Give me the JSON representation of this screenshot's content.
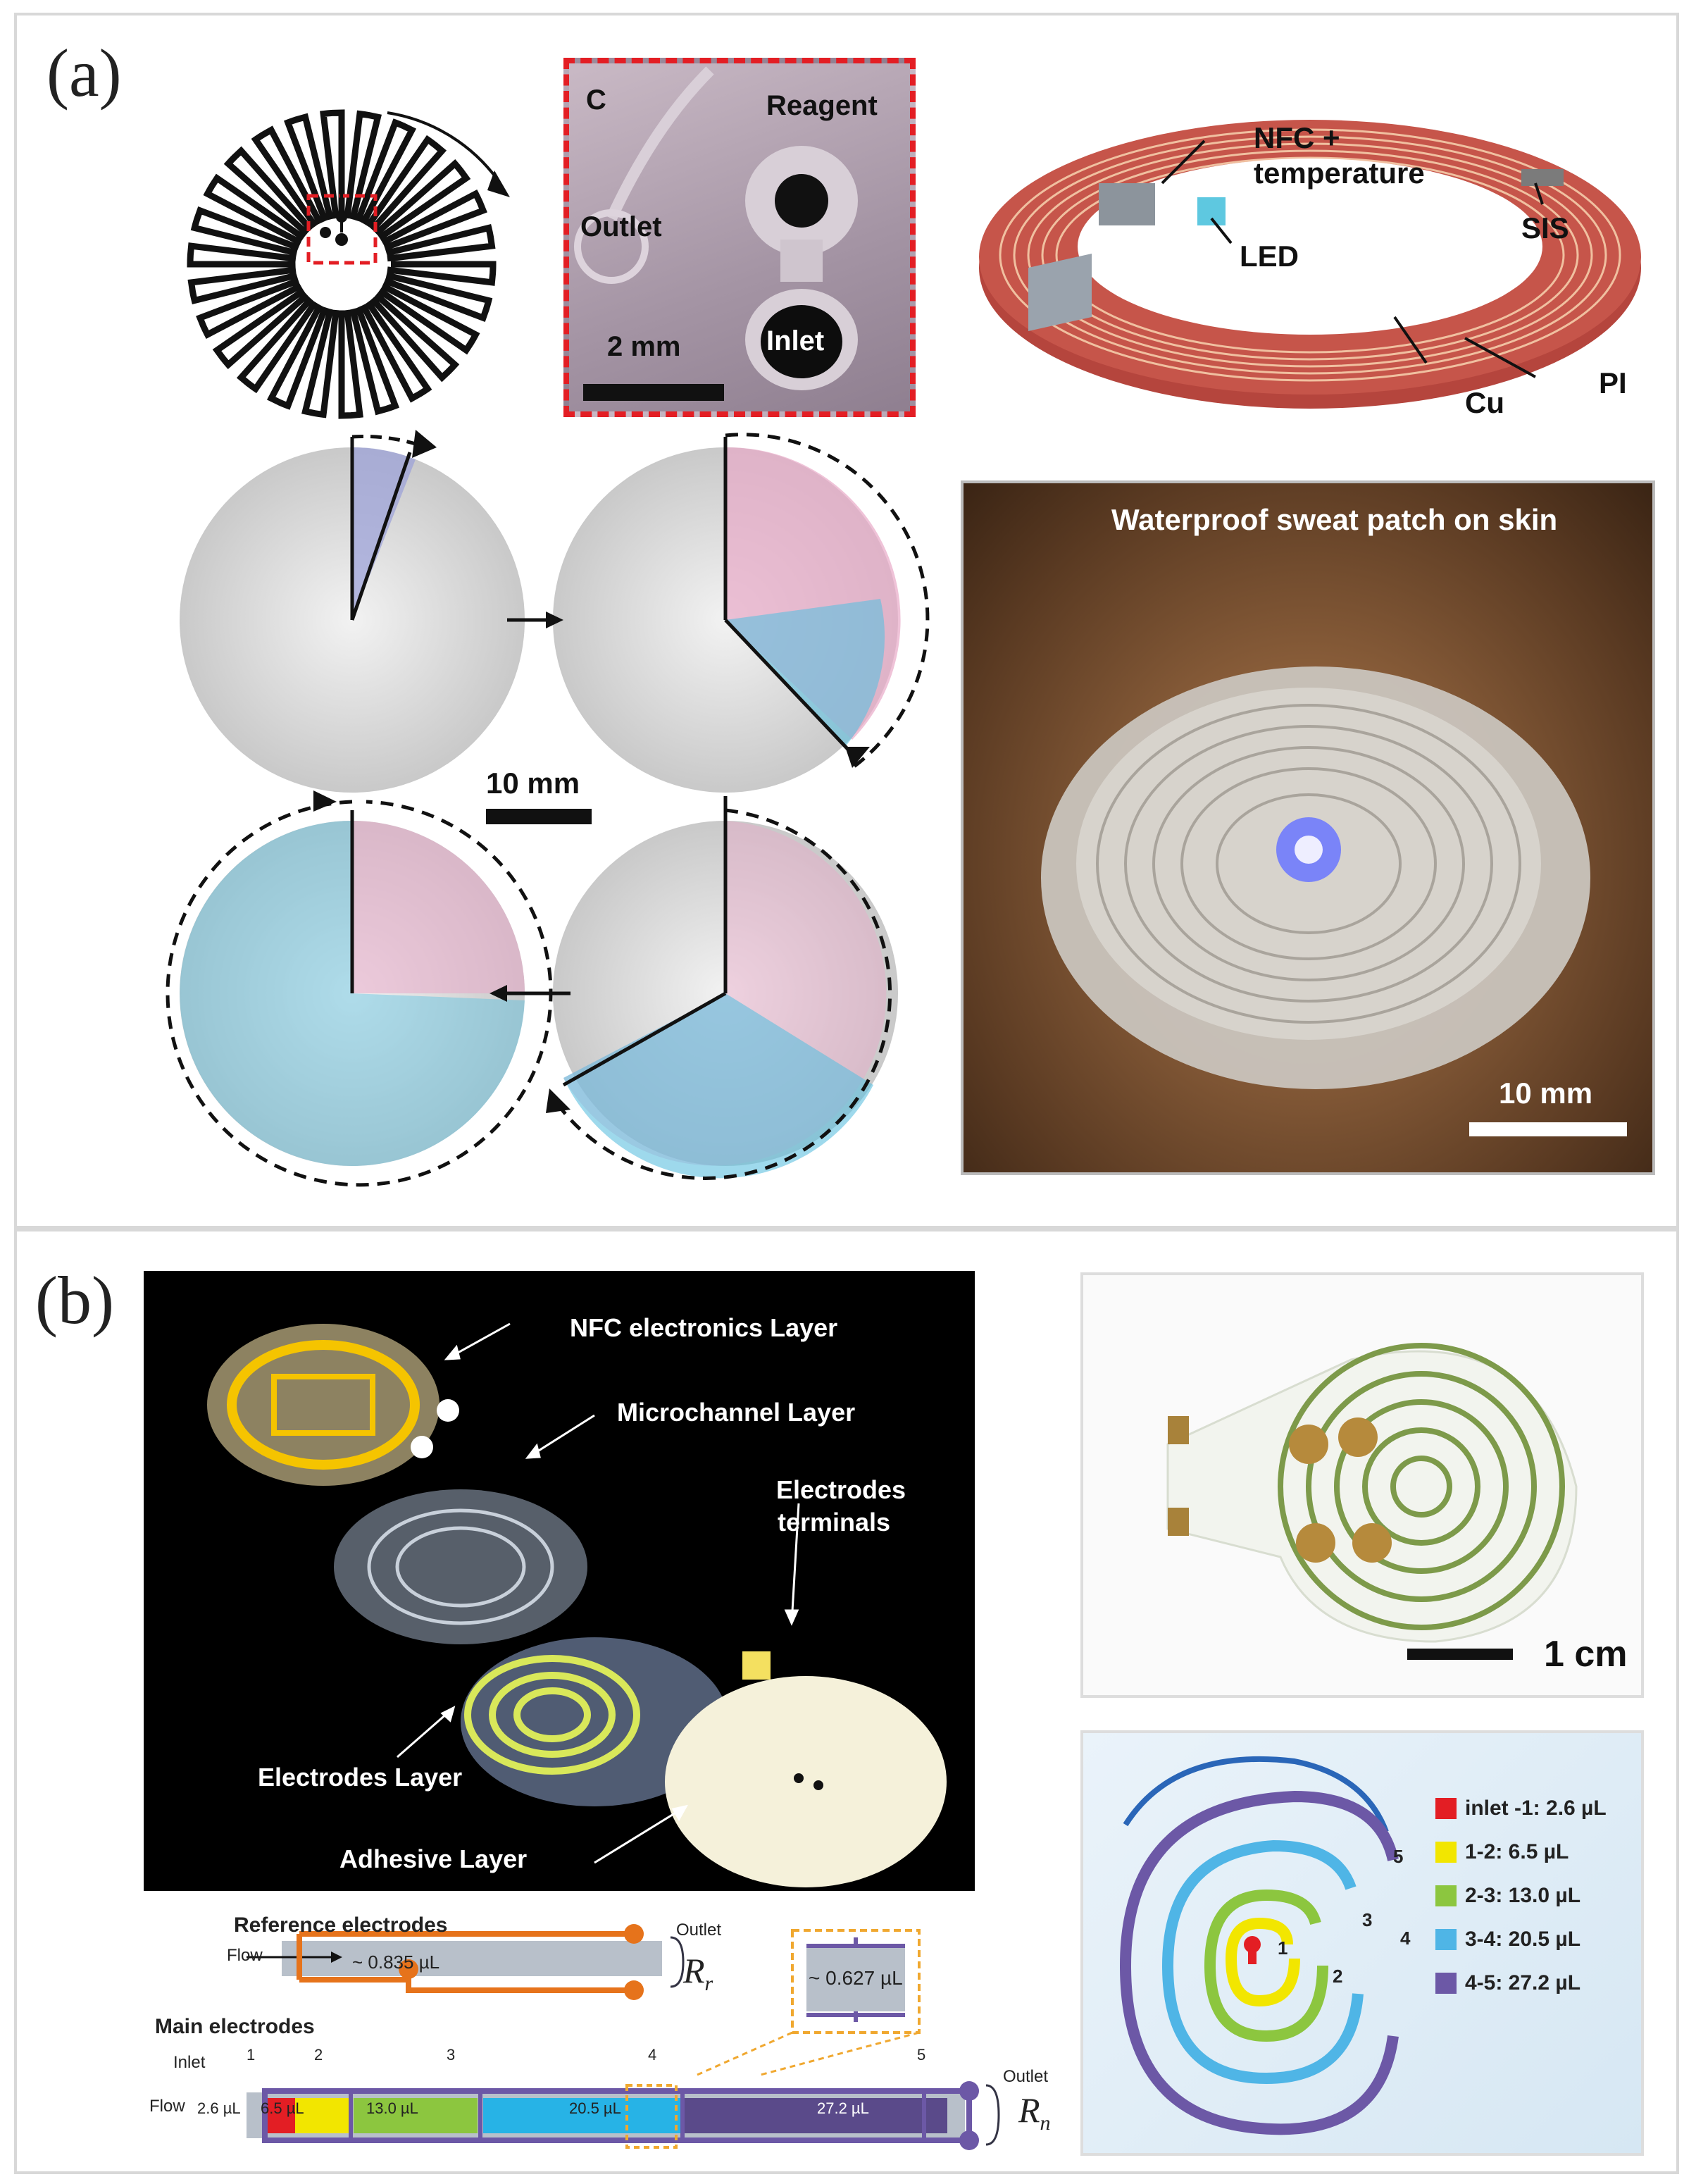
{
  "panels": {
    "a": {
      "label": "(a)",
      "zoom": {
        "corner": "C",
        "outlet": "Outlet",
        "reagent": "Reagent",
        "inlet": "Inlet",
        "scale": "2 mm"
      },
      "device": {
        "nfc_line1": "NFC +",
        "nfc_line2": "temperature",
        "led": "LED",
        "sis": "SIS",
        "cu": "Cu",
        "pi": "PI"
      },
      "sequence_scale": "10 mm",
      "photo": {
        "title": "Waterproof sweat patch on skin",
        "scale": "10 mm"
      }
    },
    "b": {
      "label": "(b)",
      "layers": {
        "nfc": "NFC electronics Layer",
        "micro": "Microchannel Layer",
        "term_line1": "Electrodes",
        "term_line2": "terminals",
        "electrodes": "Electrodes Layer",
        "adhesive": "Adhesive Layer"
      },
      "schematic": {
        "ref_title": "Reference electrodes",
        "ref_flow": "Flow",
        "ref_volume": "~ 0.835 µL",
        "ref_outlet": "Outlet",
        "rr_main": "R",
        "rr_sub": "r",
        "main_title": "Main electrodes",
        "inlet": "Inlet",
        "flow": "Flow",
        "zoom_volume": "~ 0.627 µL",
        "outlet": "Outlet",
        "rn_main": "R",
        "rn_sub": "n",
        "markers": [
          "1",
          "2",
          "3",
          "4",
          "5"
        ],
        "segments": [
          "2.6 µL",
          "6.5 µL",
          "13.0 µL",
          "20.5 µL",
          "27.2 µL"
        ]
      },
      "photo_scale": "1 cm",
      "legend": [
        {
          "label": "inlet -1: 2.6 µL",
          "color": "#e31e24"
        },
        {
          "label": "1-2: 6.5 µL",
          "color": "#f2e600"
        },
        {
          "label": "2-3: 13.0 µL",
          "color": "#8cc63f"
        },
        {
          "label": "3-4: 20.5 µL",
          "color": "#4fb5e6"
        },
        {
          "label": "4-5: 27.2 µL",
          "color": "#6c58a6"
        }
      ],
      "spiral_markers": [
        "1",
        "2",
        "3",
        "4",
        "5"
      ]
    }
  }
}
